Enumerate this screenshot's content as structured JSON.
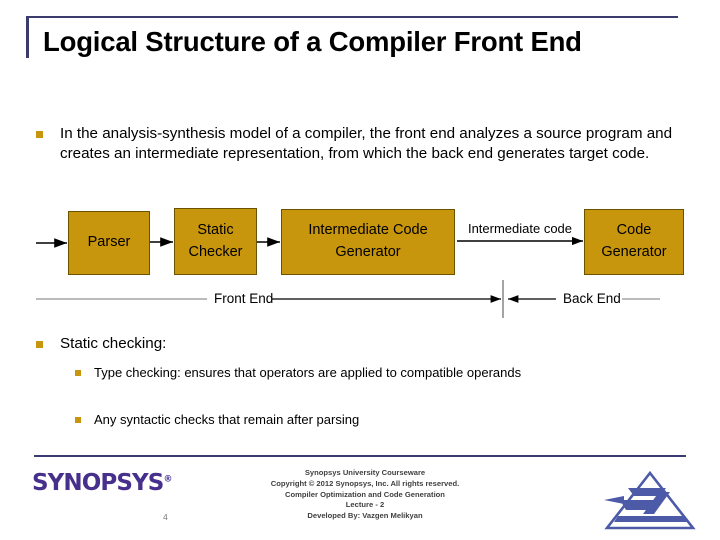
{
  "slide": {
    "title": "Logical Structure of a Compiler Front End",
    "number": "4"
  },
  "content": {
    "intro": "In the analysis-synthesis model of a compiler, the front end analyzes a source program and creates an intermediate representation, from which the back end generates target code.",
    "static_checking_heading": "Static checking:",
    "sub_bullets": [
      " Type checking: ensures that operators are applied to compatible operands",
      "Any syntactic checks that remain after parsing"
    ]
  },
  "diagram": {
    "boxes": [
      {
        "label": "Parser"
      },
      {
        "label": "Static Checker"
      },
      {
        "label": "Intermediate Code Generator"
      },
      {
        "label": "Code Generator"
      }
    ],
    "edge_label": "Intermediate code",
    "front_end_label": "Front End",
    "back_end_label": "Back End",
    "box_fill": "#c8960c",
    "box_border": "#6b5200"
  },
  "footer": {
    "brand": "SYNOPSYS",
    "brand_mark": "®",
    "lines": [
      "Synopsys University Courseware",
      "Copyright © 2012 Synopsys, Inc. All rights reserved.",
      "Compiler Optimization and Code Generation",
      "Lecture - 2",
      "Developed By: Vazgen Melikyan"
    ],
    "rule_color": "#3b3b6d",
    "brand_color": "#46308c",
    "corner_logo_color": "#4c5aa8"
  }
}
